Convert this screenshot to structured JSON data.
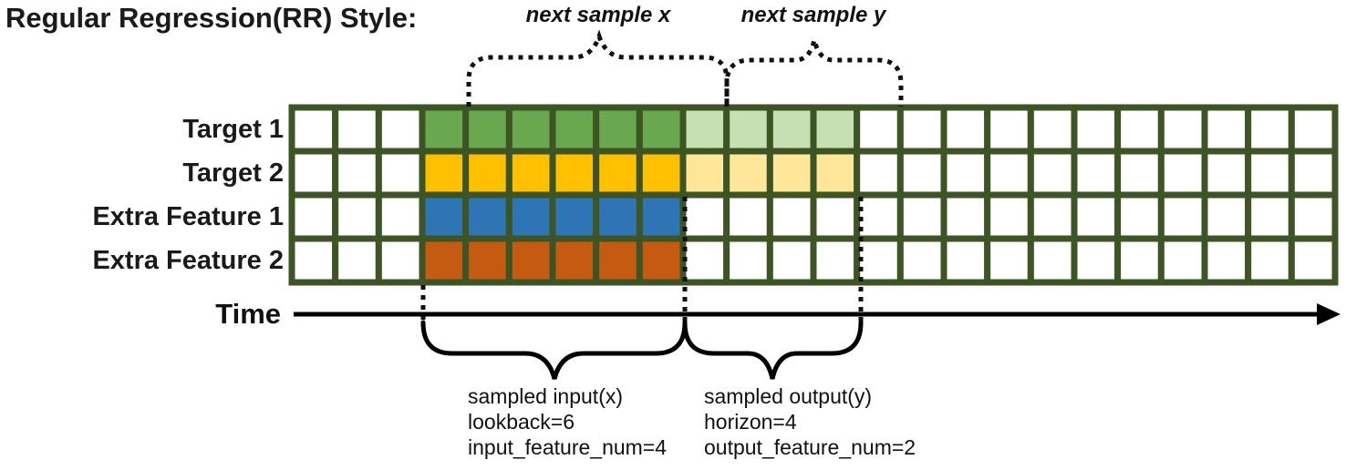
{
  "title": "Regular Regression(RR) Style:",
  "colors": {
    "grid_border": "#3d5524",
    "axis": "#000000",
    "dotted": "#111111"
  },
  "grid": {
    "columns": 24,
    "input_start_col": 3,
    "lookback": 6,
    "horizon": 4,
    "rows": [
      {
        "label": "Target 1",
        "input_color": "#6aa84f",
        "output_color": "#c6e0b4"
      },
      {
        "label": "Target 2",
        "input_color": "#ffc000",
        "output_color": "#ffe699"
      },
      {
        "label": "Extra Feature 1",
        "input_color": "#2e75b6",
        "output_color": ""
      },
      {
        "label": "Extra Feature 2",
        "input_color": "#c55a11",
        "output_color": ""
      }
    ]
  },
  "next_sample": {
    "x_label": "next sample x",
    "y_label": "next sample y"
  },
  "time_axis": {
    "label": "Time"
  },
  "sampled_input": {
    "lines": [
      "sampled input(x)",
      "lookback=6",
      "input_feature_num=4"
    ]
  },
  "sampled_output": {
    "lines": [
      "sampled output(y)",
      "horizon=4",
      "output_feature_num=2"
    ]
  }
}
